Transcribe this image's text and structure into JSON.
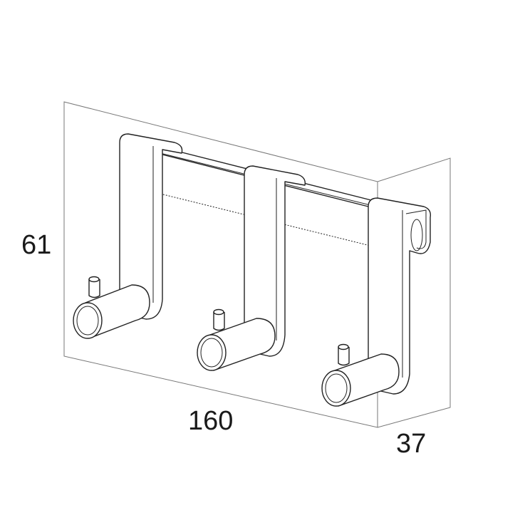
{
  "dimensions": {
    "height": "61",
    "width": "160",
    "depth": "37"
  },
  "colors": {
    "line": "#222222",
    "box": "#777777",
    "background": "#ffffff"
  }
}
